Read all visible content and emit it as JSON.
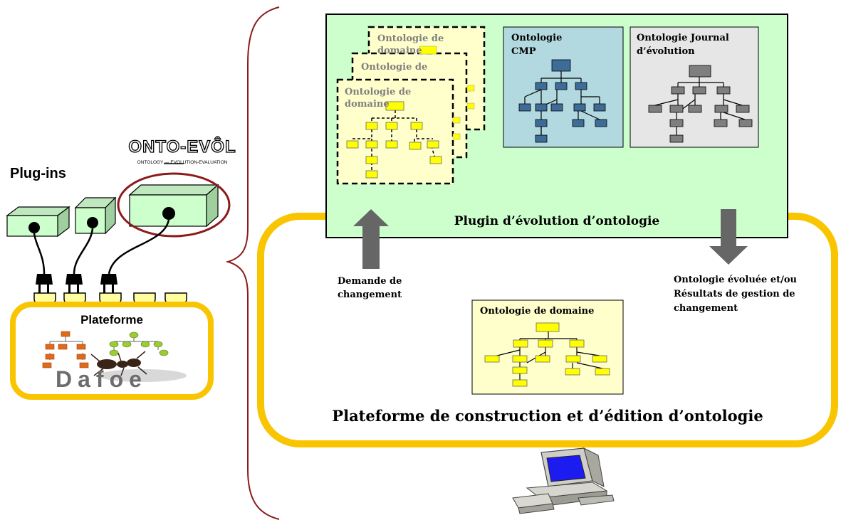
{
  "left_panel": {
    "plugins_title": "Plug-ins",
    "plateforme_label": "Plateforme",
    "dafoe_logo_text": "Dafoe",
    "onto_evol_logo_main": "ONTO-EVÔL",
    "onto_evol_logo_sub": "ONTOLOGY — EVOLUTION-EVALUATION"
  },
  "plugin_box": {
    "title": "Plugin d’évolution d’ontologie",
    "stacked_docs": [
      "Ontologie de domaine",
      "Ontologie de domaine",
      "Ontologie de domaine"
    ],
    "cmp_title_line1": "Ontologie",
    "cmp_title_line2": "CMP",
    "journal_title_line1": "Ontologie Journal",
    "journal_title_line2": "d’évolution"
  },
  "platform": {
    "title": "Plateforme de construction et d’édition d’ontologie",
    "domain_box_title": "Ontologie de domaine",
    "request_label_line1": "Demande de",
    "request_label_line2": "changement",
    "result_label_line1": "Ontologie évoluée et/ou",
    "result_label_line2": "Résultats de gestion de",
    "result_label_line3": "changement"
  },
  "colors": {
    "plugin_bg": "#ccffcc",
    "platform_border": "#f9c400",
    "node_yellow": "#ffff00",
    "cmp_bg": "#b3d9e0",
    "cmp_node": "#3d6c99",
    "journal_bg": "#e6e6e6",
    "journal_node": "#7f7f7f",
    "arrow_gray": "#666666",
    "brace": "#8b1a1a"
  }
}
